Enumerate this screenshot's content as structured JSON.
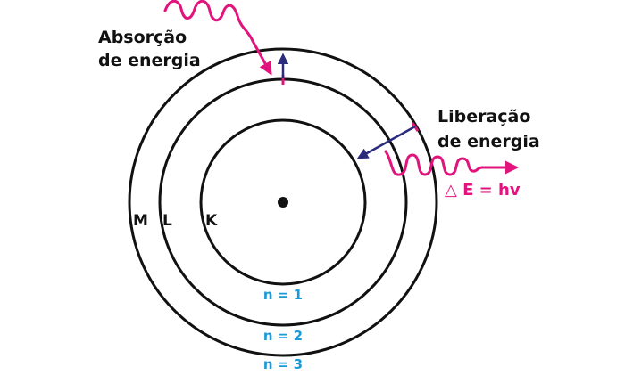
{
  "labels": {
    "absorption_line1": "Absorção",
    "absorption_line2": "de energia",
    "release_line1": "Liberação",
    "release_line2": "de energia",
    "formula": "△ E = hv"
  },
  "shells": [
    {
      "letter": "K",
      "level": "n = 1"
    },
    {
      "letter": "L",
      "level": "n = 2"
    },
    {
      "letter": "M",
      "level": "n = 3"
    }
  ],
  "colors": {
    "orbit": "#111111",
    "photon": "#e0147c",
    "electron_arrow": "#2b2c7c",
    "level_text": "#1a9ad6",
    "text": "#111111"
  }
}
